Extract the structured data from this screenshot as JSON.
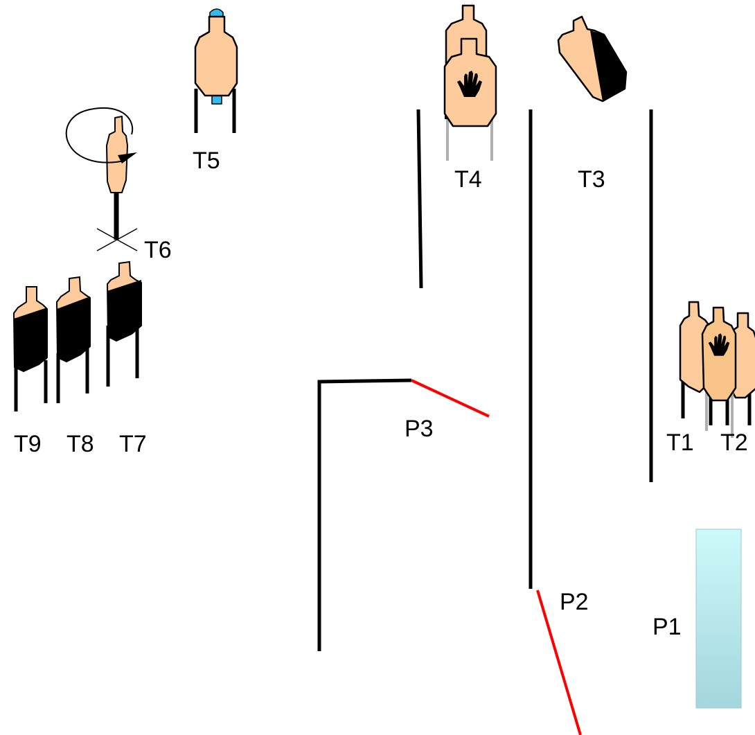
{
  "diagram": {
    "colors": {
      "target_skin": "#FDCB9C",
      "target_outline": "#000000",
      "no_shoot_skin": "#F9C488",
      "wall": "#000000",
      "fault_line": "#FF0000",
      "position_box_top": "#CCFAFA",
      "position_box_bottom": "#A4D6DD",
      "popper_base": "#33BBEE"
    },
    "targets": {
      "t1": "T1",
      "t2": "T2",
      "t3": "T3",
      "t4": "T4",
      "t5": "T5",
      "t6": "T6",
      "t7": "T7",
      "t8": "T8",
      "t9": "T9"
    },
    "positions": {
      "p1": "P1",
      "p2": "P2",
      "p3": "P3"
    },
    "icons": {
      "no_shoot": "hand-icon",
      "swinger": "rotation-arrow-icon",
      "pivot": "pivot-x-icon"
    }
  }
}
